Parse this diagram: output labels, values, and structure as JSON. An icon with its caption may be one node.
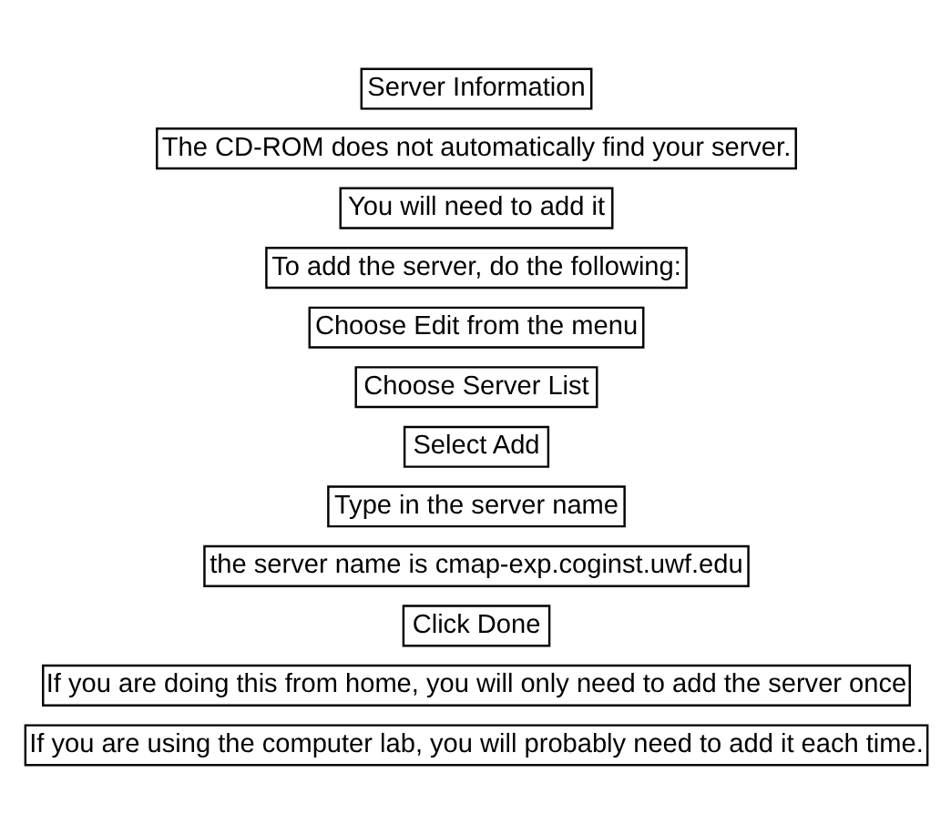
{
  "diagram": {
    "nodes": [
      {
        "text": [
          "Server Information"
        ]
      },
      {
        "text": [
          "The CD-ROM does not automatically find your server."
        ]
      },
      {
        "text": [
          "You will need to add it"
        ]
      },
      {
        "text": [
          "To add the server, do the following:"
        ]
      },
      {
        "text": [
          "Choose Edit from the menu"
        ]
      },
      {
        "text": [
          "Choose Server List"
        ]
      },
      {
        "text": [
          "Select Add"
        ]
      },
      {
        "text": [
          "Type in the server name"
        ]
      },
      {
        "text": [
          "the server name is cmap-exp.coginst.uwf.edu"
        ]
      },
      {
        "text": [
          "Click Done"
        ]
      },
      {
        "text": [
          "If you are doing this from home, you will only need to add the server once"
        ]
      },
      {
        "text": [
          "If you are using the computer lab, you will probably need to add it each time."
        ]
      }
    ],
    "edges": []
  }
}
